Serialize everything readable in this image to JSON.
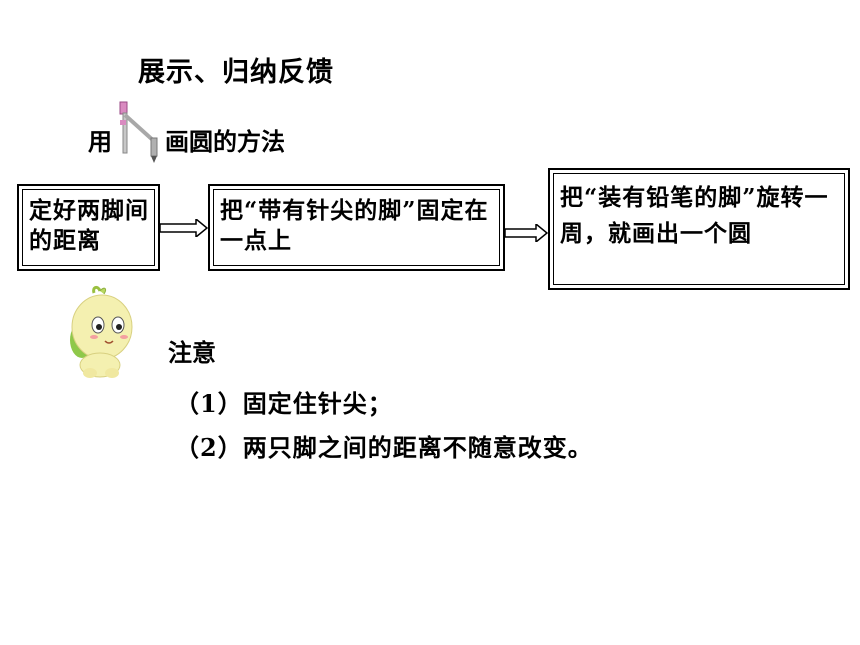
{
  "heading": "展示、归纳反馈",
  "subheading": {
    "prefix": "用",
    "suffix": "画圆的方法",
    "icon": "compass-icon"
  },
  "steps": [
    {
      "text": "定好两脚间的距离"
    },
    {
      "text": "把“带有针尖的脚”固定在一点上"
    },
    {
      "text": "把“装有铅笔的脚”旋转一周，就画出一个圆"
    }
  ],
  "note": {
    "title": "注意",
    "items": [
      "（1）固定住针尖；",
      "（2）两只脚之间的距离不随意改变。"
    ]
  },
  "mascot": "cartoon-mascot-icon"
}
